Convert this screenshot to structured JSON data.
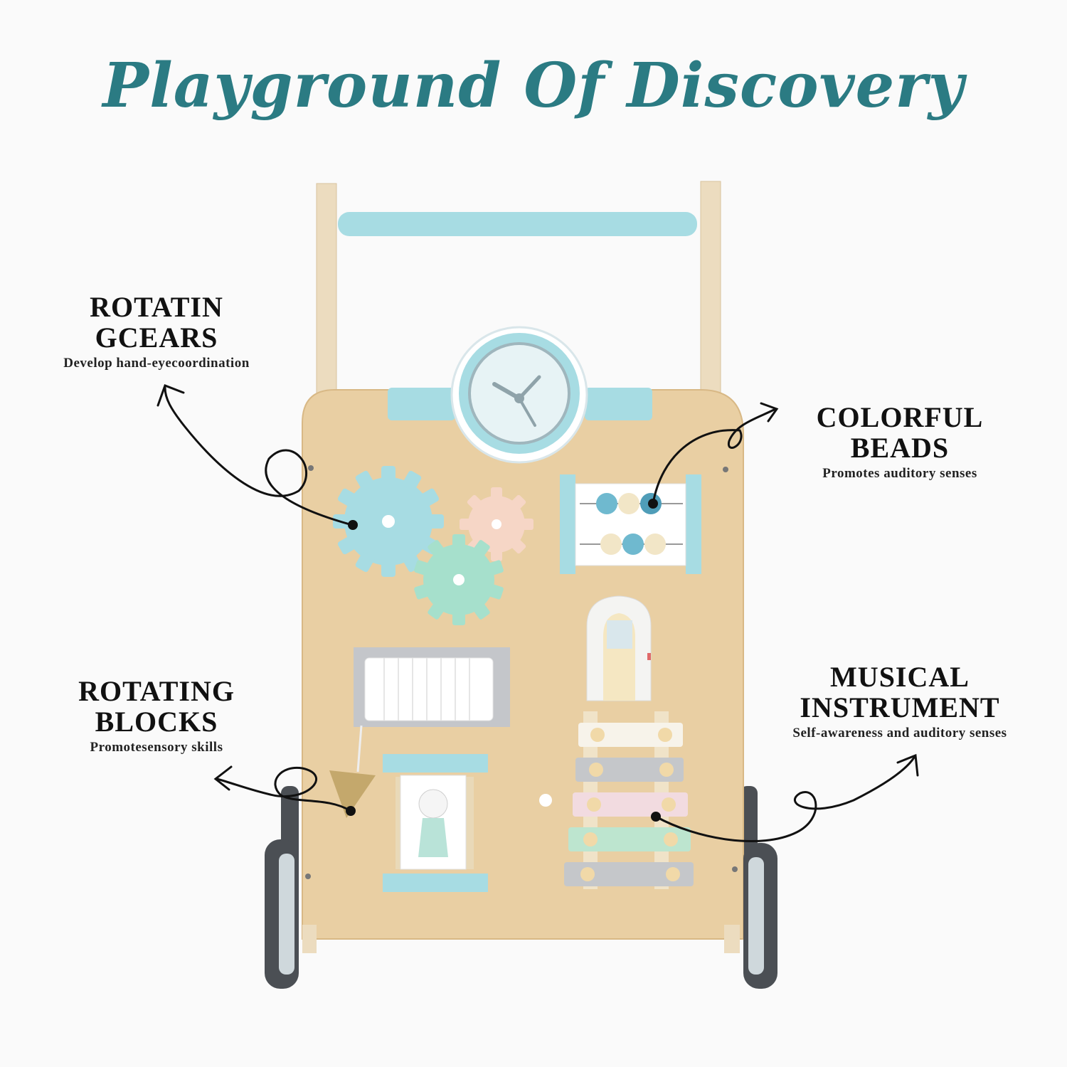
{
  "title": "Playground Of Discovery",
  "colors": {
    "title": "#2b7b83",
    "wood": "#e9cfa3",
    "wood_dark": "#d8b885",
    "teal": "#a7dce3",
    "mint": "#a6e0cc",
    "peach": "#f6d6c6",
    "grey": "#c7c9cc",
    "wheel": "#4b4f54",
    "arrow": "#111111"
  },
  "callouts": {
    "gears": {
      "heading_line1": "ROTATIN",
      "heading_line2": "GCEARS",
      "subtitle": "Develop hand-eyecoordination"
    },
    "beads": {
      "heading_line1": "COLORFUL",
      "heading_line2": "BEADS",
      "subtitle": "Promotes auditory senses"
    },
    "blocks": {
      "heading_line1": "ROTATING",
      "heading_line2": "BLOCKS",
      "subtitle": "Promotesensory skills"
    },
    "music": {
      "heading_line1": "MUSICAL",
      "heading_line2": "INSTRUMENT",
      "subtitle": "Self-awareness and auditory senses"
    }
  },
  "icons": {
    "clock": "clock-icon",
    "gear": "gear-icon",
    "bead": "bead-icon",
    "door": "door-icon",
    "bear": "polar-bear-icon",
    "wheel": "wheel-icon"
  }
}
